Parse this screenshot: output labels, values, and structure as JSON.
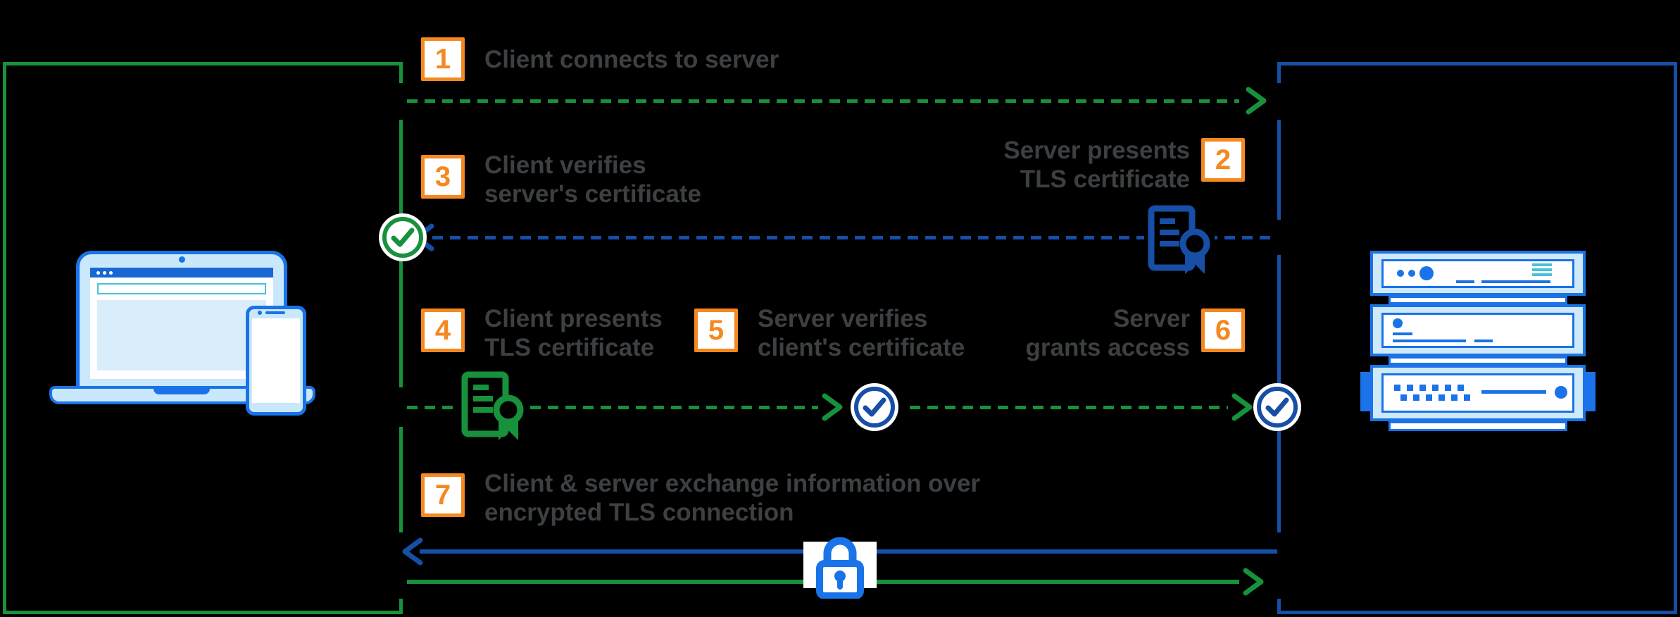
{
  "steps": {
    "s1": {
      "num": "1",
      "line1": "Client connects to server",
      "line2": ""
    },
    "s2": {
      "num": "2",
      "line1": "Server presents",
      "line2": "TLS certificate"
    },
    "s3": {
      "num": "3",
      "line1": "Client verifies",
      "line2": "server's certificate"
    },
    "s4": {
      "num": "4",
      "line1": "Client presents",
      "line2": "TLS certificate"
    },
    "s5": {
      "num": "5",
      "line1": "Server verifies",
      "line2": "client's certificate"
    },
    "s6": {
      "num": "6",
      "line1": "Server",
      "line2": "grants access"
    },
    "s7": {
      "num": "7",
      "line1": "Client & server exchange information over",
      "line2": "encrypted TLS connection"
    }
  },
  "icons": {
    "client": "laptop-and-phone-icon",
    "server": "server-stack-icon",
    "certificate_blue": "certificate-icon",
    "certificate_green": "certificate-icon",
    "check_green": "check-circle-icon",
    "check_blue": "check-circle-icon",
    "lock": "padlock-icon"
  },
  "palette": {
    "background": "#000000",
    "green": "#18913c",
    "navy": "#174ea6",
    "blue": "#1a73e8",
    "light_blue": "#c9e8fb",
    "pale_blue": "#d9edfb",
    "server_fill": "#cfe9f9",
    "cyan": "#47c2d8",
    "orange": "#f5881f",
    "text": "#3c4043",
    "white": "#ffffff"
  }
}
